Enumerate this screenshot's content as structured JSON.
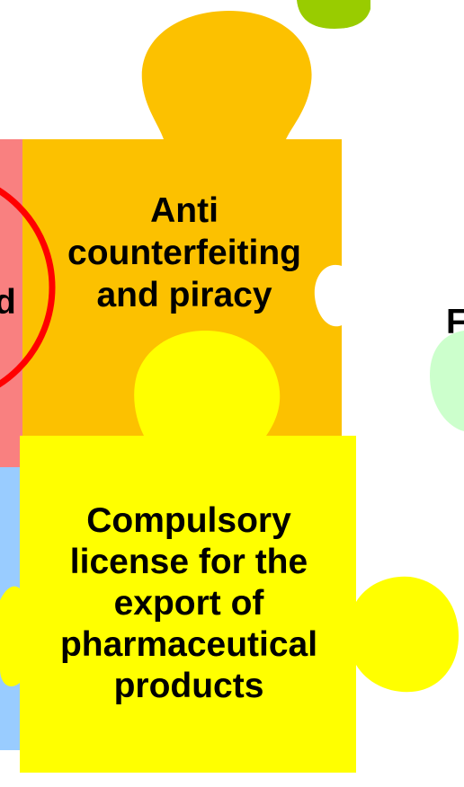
{
  "pieces": {
    "orange": {
      "name": "anti-counterfeiting-piece",
      "color": "#FCC100",
      "lines": [
        "Anti",
        "counterfeiting",
        "and piracy"
      ]
    },
    "yellow": {
      "name": "compulsory-license-piece",
      "color": "#FFFF00",
      "lines": [
        "Compulsory",
        "license for the",
        "export of",
        "pharmaceutical",
        "products"
      ]
    },
    "pink": {
      "name": "left-pink-piece",
      "color": "#F98080",
      "partial_text": "d"
    },
    "lightgreen": {
      "name": "right-green-piece",
      "color": "#CCFFCC",
      "partial_text": "F"
    },
    "green": {
      "name": "top-green-piece",
      "color": "#99CC00"
    },
    "blue": {
      "name": "left-blue-piece",
      "color": "#99CCFF"
    }
  },
  "highlight": {
    "name": "red-circle-highlight",
    "color": "#FF0000"
  }
}
